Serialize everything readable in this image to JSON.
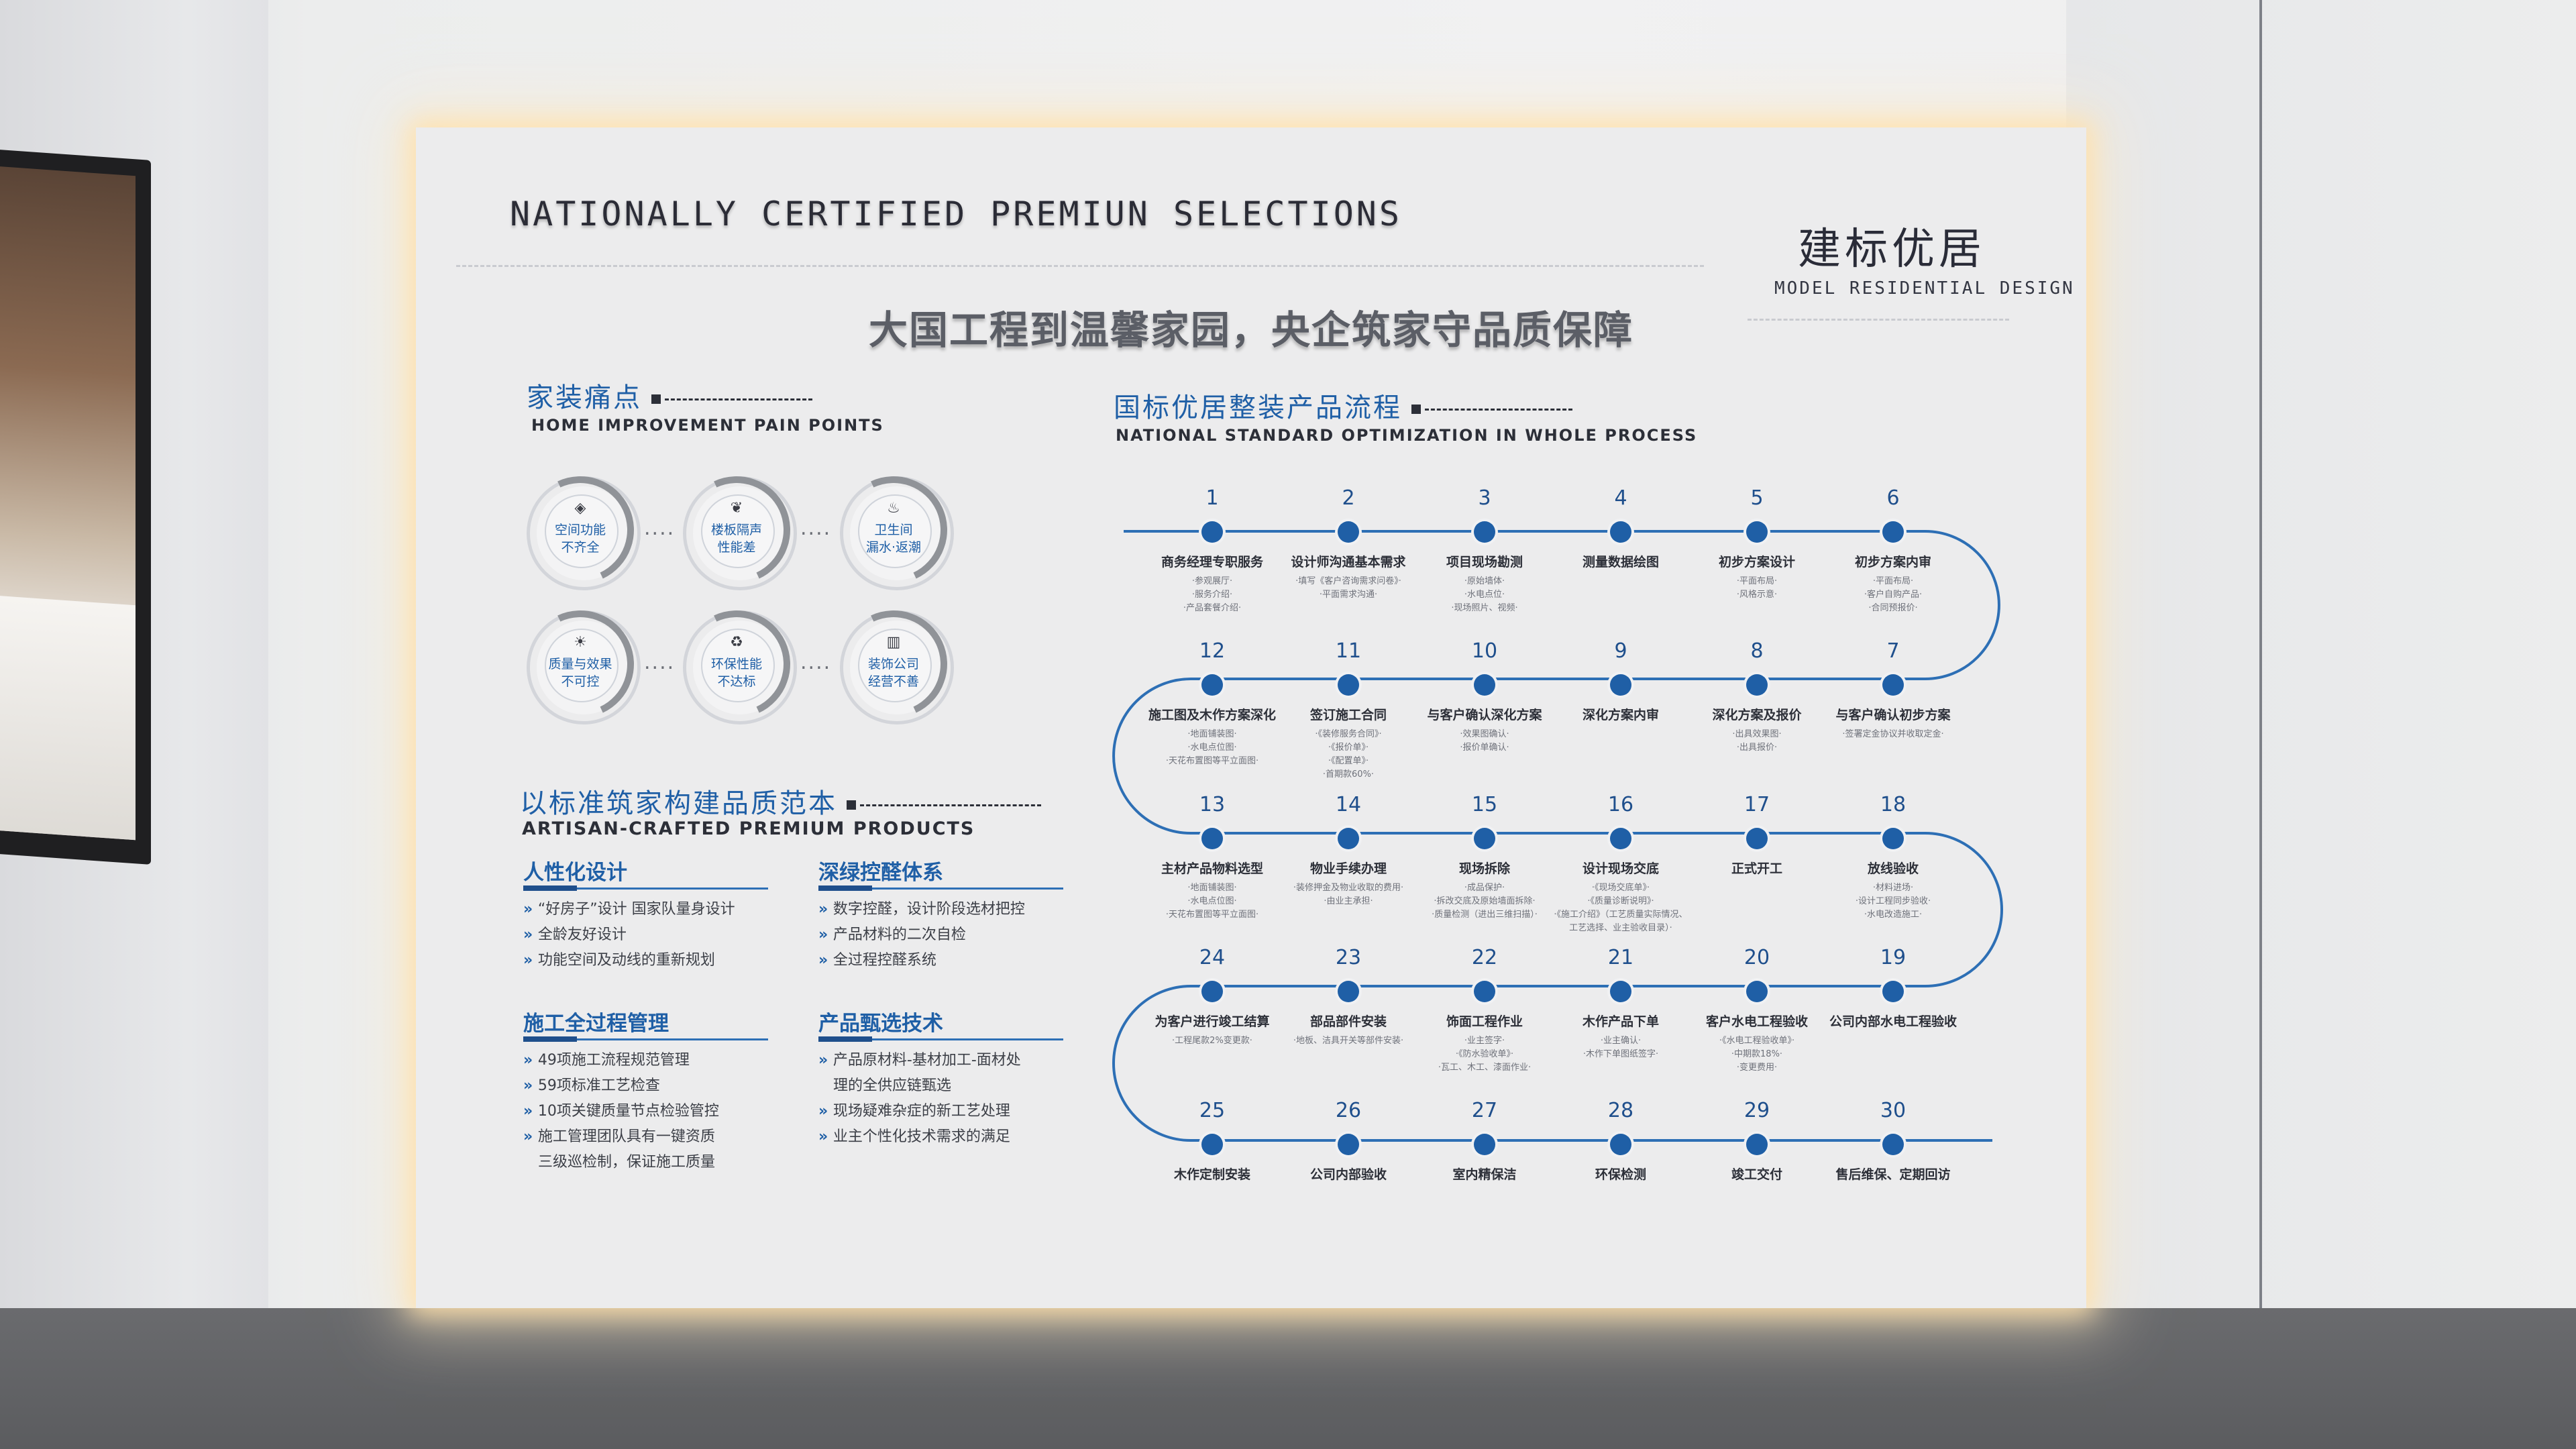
{
  "header": {
    "en_title": "NATIONALLY CERTIFIED PREMIUN SELECTIONS",
    "brand_cn": "建标优居",
    "brand_en": "MODEL RESIDENTIAL DESIGN",
    "slogan": "大国工程到温馨家园，央企筑家守品质保障"
  },
  "pain_section": {
    "title_cn": "家装痛点",
    "title_en": "HOME IMPROVEMENT PAIN POINTS",
    "dots": "....",
    "items": [
      {
        "icon": "cube-icon",
        "glyph": "◈",
        "line1": "空间功能",
        "line2": "不齐全"
      },
      {
        "icon": "leaf-icon",
        "glyph": "❦",
        "line1": "楼板隔声",
        "line2": "性能差"
      },
      {
        "icon": "drop-icon",
        "glyph": "♨",
        "line1": "卫生间",
        "line2": "漏水·返潮"
      },
      {
        "icon": "sun-icon",
        "glyph": "☀",
        "line1": "质量与效果",
        "line2": "不可控"
      },
      {
        "icon": "recycle-icon",
        "glyph": "♻",
        "line1": "环保性能",
        "line2": "不达标"
      },
      {
        "icon": "building-icon",
        "glyph": "▥",
        "line1": "装饰公司",
        "line2": "经营不善"
      }
    ]
  },
  "products_section": {
    "title_cn": "以标准筑家构建品质范本",
    "title_en": "ARTISAN-CRAFTED PREMIUM PRODUCTS",
    "blocks": [
      {
        "title": "人性化设计",
        "items": [
          "“好房子”设计 国家队量身设计",
          "全龄友好设计",
          "功能空间及动线的重新规划"
        ],
        "cont": {}
      },
      {
        "title": "深绿控醛体系",
        "items": [
          "数字控醛，设计阶段选材把控",
          "产品材料的二次自检",
          "全过程控醛系统"
        ],
        "cont": {}
      },
      {
        "title": "施工全过程管理",
        "items": [
          "49项施工流程规范管理",
          "59项标准工艺检查",
          "10项关键质量节点检验管控",
          "施工管理团队具有一键资质"
        ],
        "cont": {
          "3": "三级巡检制，保证施工质量"
        }
      },
      {
        "title": "产品甄选技术",
        "items": [
          "产品原材料-基材加工-面材处",
          "现场疑难杂症的新工艺处理",
          "业主个性化技术需求的满足"
        ],
        "cont": {
          "0": "理的全供应链甄选"
        }
      }
    ]
  },
  "process_section": {
    "title_cn": "国标优居整装产品流程",
    "title_en": "NATIONAL STANDARD OPTIMIZATION IN WHOLE PROCESS",
    "steps": [
      {
        "n": "1",
        "name": "商务经理专职服务",
        "sub": [
          "·参观展厅·",
          "·服务介绍·",
          "·产品套餐介绍·"
        ]
      },
      {
        "n": "2",
        "name": "设计师沟通基本需求",
        "sub": [
          "·填写《客户咨询需求问卷》·",
          "·平面需求沟通·"
        ]
      },
      {
        "n": "3",
        "name": "项目现场勘测",
        "sub": [
          "·原始墙体·",
          "·水电点位·",
          "·现场照片、视频·"
        ]
      },
      {
        "n": "4",
        "name": "测量数据绘图",
        "sub": []
      },
      {
        "n": "5",
        "name": "初步方案设计",
        "sub": [
          "·平面布局·",
          "·风格示意·"
        ]
      },
      {
        "n": "6",
        "name": "初步方案内审",
        "sub": [
          "·平面布局·",
          "·客户自购产品·",
          "·合同预报价·"
        ]
      },
      {
        "n": "7",
        "name": "与客户确认初步方案",
        "sub": [
          "·签署定金协议并收取定金·"
        ]
      },
      {
        "n": "8",
        "name": "深化方案及报价",
        "sub": [
          "·出具效果图·",
          "·出具报价·"
        ]
      },
      {
        "n": "9",
        "name": "深化方案内审",
        "sub": []
      },
      {
        "n": "10",
        "name": "与客户确认深化方案",
        "sub": [
          "·效果图确认·",
          "·报价单确认·"
        ]
      },
      {
        "n": "11",
        "name": "签订施工合同",
        "sub": [
          "·《装修服务合同》·",
          "·《报价单》·",
          "·《配置单》·",
          "·首期款60%·"
        ]
      },
      {
        "n": "12",
        "name": "施工图及木作方案深化",
        "sub": [
          "·地面铺装图·",
          "·水电点位图·",
          "·天花布置图等平立面图·"
        ]
      },
      {
        "n": "13",
        "name": "主材产品物料选型",
        "sub": [
          "·地面铺装图·",
          "·水电点位图·",
          "·天花布置图等平立面图·"
        ]
      },
      {
        "n": "14",
        "name": "物业手续办理",
        "sub": [
          "·装修押金及物业收取的费用·",
          "·由业主承担·"
        ]
      },
      {
        "n": "15",
        "name": "现场拆除",
        "sub": [
          "·成品保护·",
          "·拆改交底及原始墙面拆除·",
          "·质量检测（进出三维扫描）·"
        ]
      },
      {
        "n": "16",
        "name": "设计现场交底",
        "sub": [
          "·《现场交底单》·",
          "·《质量诊断说明》·",
          "·《施工介绍》（工艺质量实际情况、",
          "工艺选择、业主验收目录）·"
        ]
      },
      {
        "n": "17",
        "name": "正式开工",
        "sub": []
      },
      {
        "n": "18",
        "name": "放线验收",
        "sub": [
          "·材料进场·",
          "·设计工程同步验收·",
          "·水电改造施工·"
        ]
      },
      {
        "n": "19",
        "name": "公司内部水电工程验收",
        "sub": []
      },
      {
        "n": "20",
        "name": "客户水电工程验收",
        "sub": [
          "·《水电工程验收单》·",
          "·中期款18%·",
          "·变更费用·"
        ]
      },
      {
        "n": "21",
        "name": "木作产品下单",
        "sub": [
          "·业主确认·",
          "·木作下单图纸签字·"
        ]
      },
      {
        "n": "22",
        "name": "饰面工程作业",
        "sub": [
          "·业主签字·",
          "·《防水验收单》·",
          "·瓦工、木工、漆面作业·"
        ]
      },
      {
        "n": "23",
        "name": "部品部件安装",
        "sub": [
          "·地板、洁具开关等部件安装·"
        ]
      },
      {
        "n": "24",
        "name": "为客户进行竣工结算",
        "sub": [
          "·工程尾款2%变更款·"
        ]
      },
      {
        "n": "25",
        "name": "木作定制安装",
        "sub": []
      },
      {
        "n": "26",
        "name": "公司内部验收",
        "sub": []
      },
      {
        "n": "27",
        "name": "室内精保洁",
        "sub": []
      },
      {
        "n": "28",
        "name": "环保检测",
        "sub": []
      },
      {
        "n": "29",
        "name": "竣工交付",
        "sub": []
      },
      {
        "n": "30",
        "name": "售后维保、定期回访",
        "sub": []
      }
    ]
  },
  "colors": {
    "accent": "#1f5fa6",
    "line": "#2d6fb5",
    "text": "#2c2f38"
  }
}
